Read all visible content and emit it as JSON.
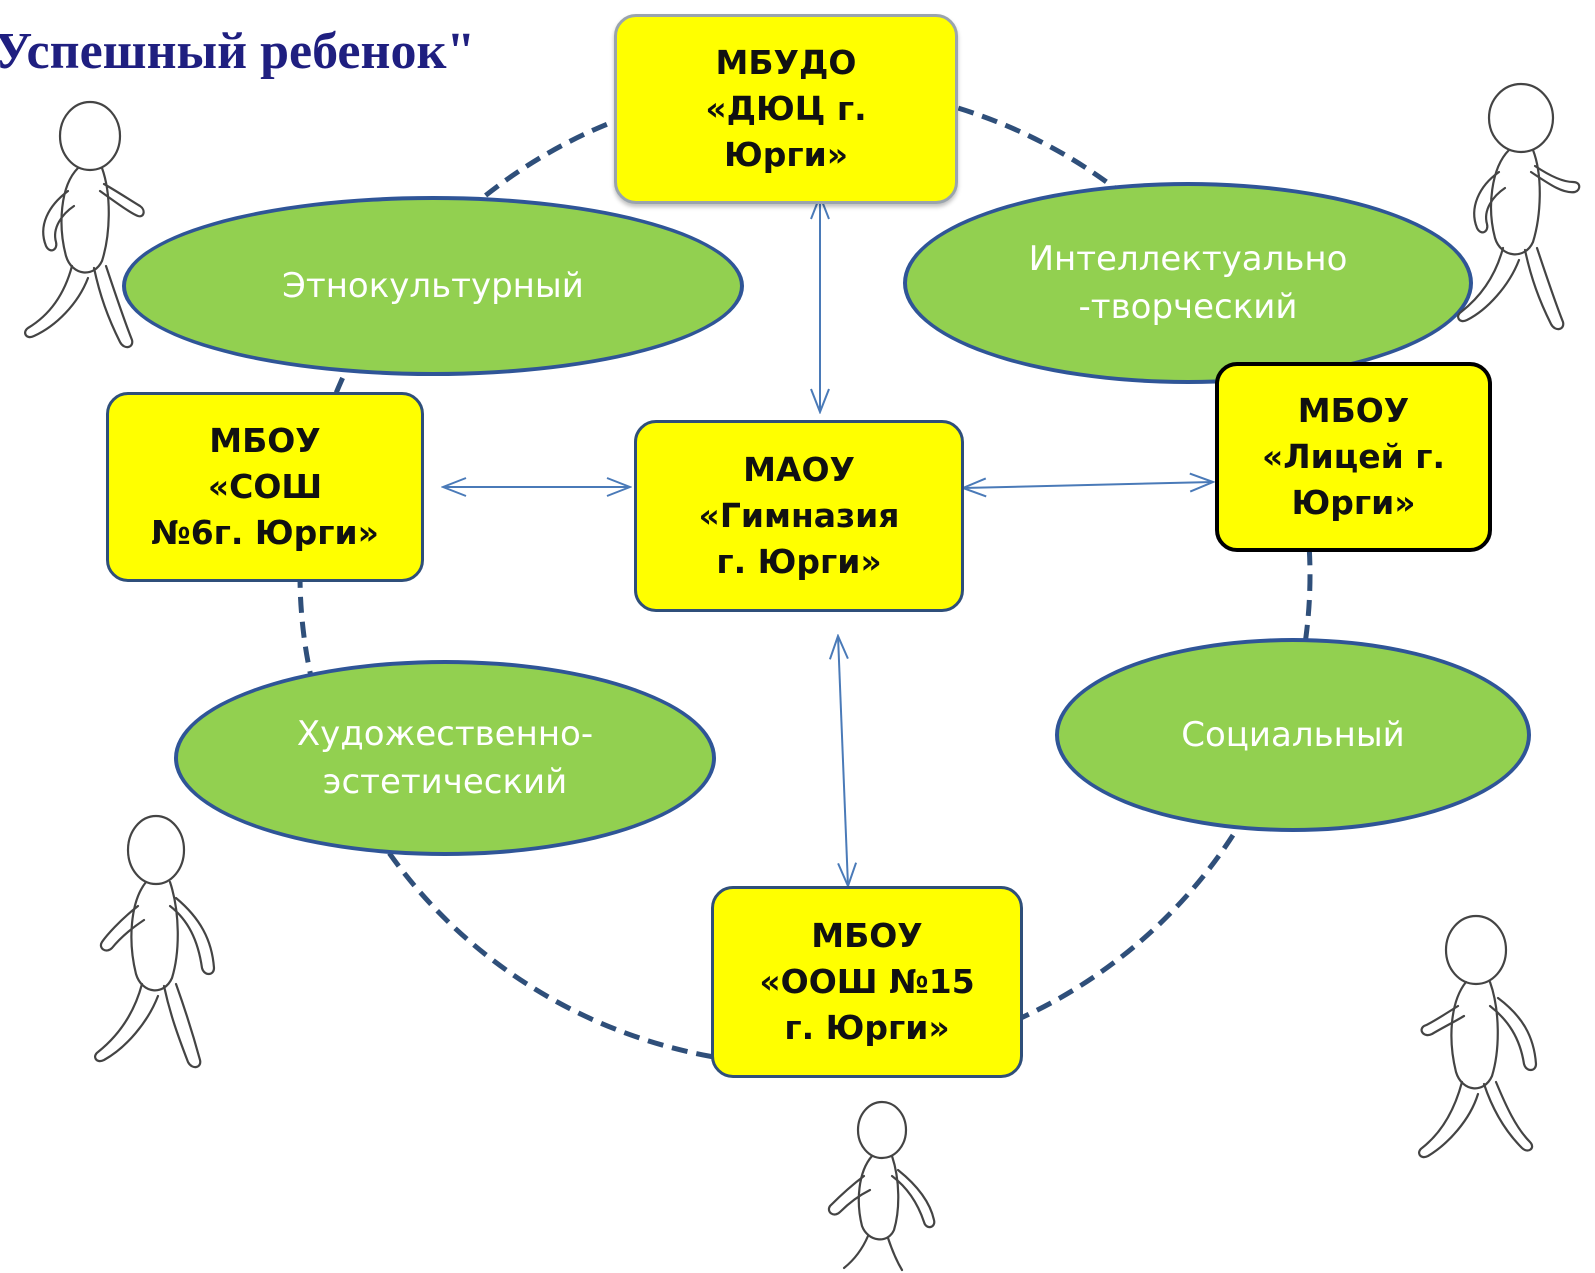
{
  "title": "Успешный ребенок\"",
  "center": {
    "lines": [
      "МАОУ",
      "«Гимназия",
      "г. Юрги»"
    ]
  },
  "nodes": {
    "top": {
      "lines": [
        "МБУДО",
        "«ДЮЦ г.",
        "Юрги»"
      ]
    },
    "left": {
      "lines": [
        "МБОУ",
        "«СОШ",
        "№6г. Юрги»"
      ]
    },
    "right": {
      "lines": [
        "МБОУ",
        "«Лицей г.",
        "Юрги»"
      ]
    },
    "bottom": {
      "lines": [
        "МБОУ",
        "«ООШ №15",
        "г. Юрги»"
      ]
    }
  },
  "directions": {
    "ethno": {
      "lines": [
        "Этнокультурный"
      ]
    },
    "intel": {
      "lines": [
        "Интеллектуально",
        "-творческий"
      ]
    },
    "art": {
      "lines": [
        "Художественно-",
        "эстетический"
      ]
    },
    "social": {
      "lines": [
        "Социальный"
      ]
    }
  },
  "colors": {
    "node_fill": "#ffff00",
    "ellipse_fill": "#92d050",
    "ellipse_border": "#2f5597",
    "dashed_ring": "#2f4f7a",
    "arrow": "#4a7ab8",
    "title": "#1f1f80"
  }
}
